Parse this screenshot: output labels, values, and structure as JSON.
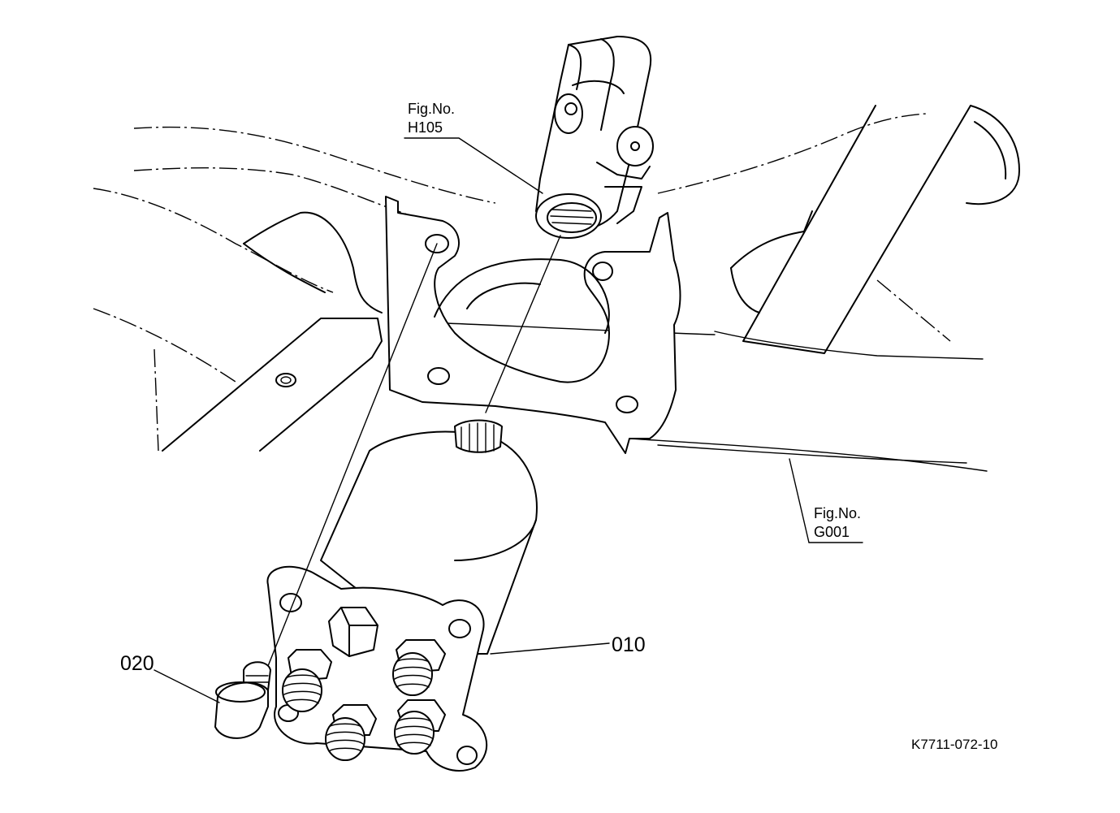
{
  "callouts": {
    "part_010": "010",
    "part_020": "020"
  },
  "references": {
    "h105": {
      "line1": "Fig.No.",
      "line2": "H105"
    },
    "g001": {
      "line1": "Fig.No.",
      "line2": "G001"
    }
  },
  "drawing_code": "K7711-072-10"
}
